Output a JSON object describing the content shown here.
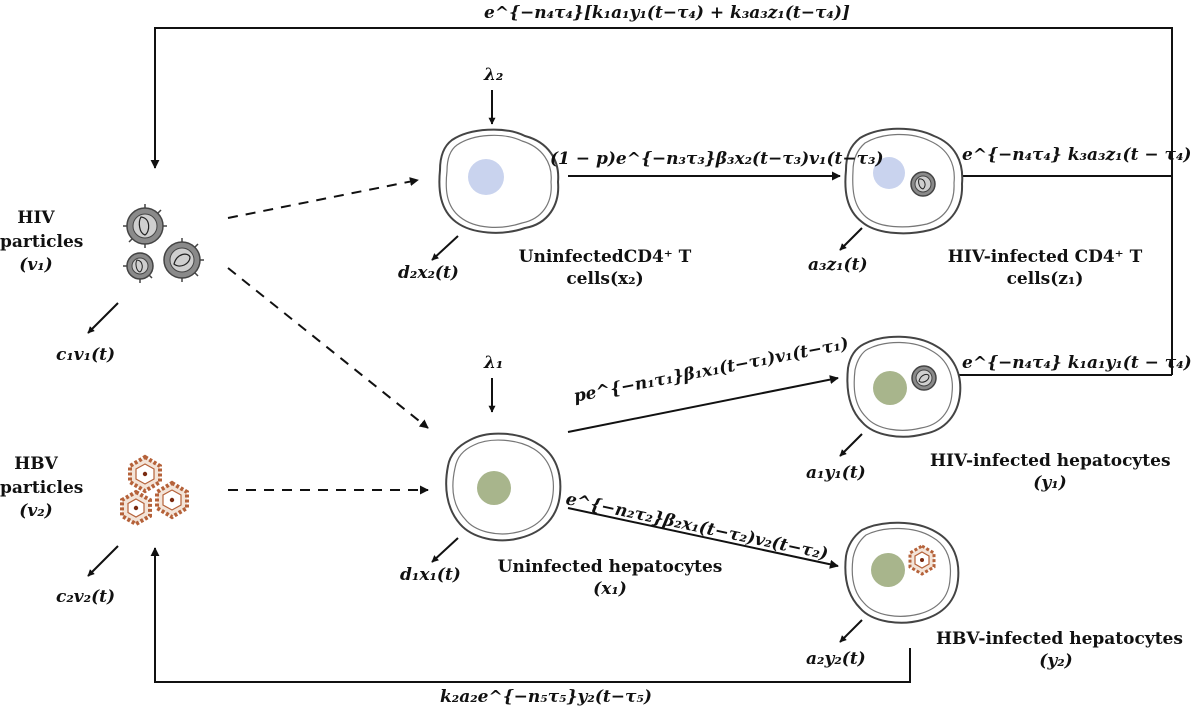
{
  "populations": {
    "hiv_particles": {
      "name": "HIV particles",
      "symbol": "(v₁)"
    },
    "hbv_particles": {
      "name": "HBV particles",
      "symbol": "(v₂)"
    },
    "uninfected_cd4": {
      "name": "UninfectedCD4⁺ T",
      "name2": "cells(x₂)"
    },
    "hiv_infected_cd4": {
      "name": "HIV-infected CD4⁺ T",
      "name2": "cells(z₁)"
    },
    "uninfected_hepatocytes": {
      "name": "Uninfected hepatocytes",
      "symbol": "(x₁)"
    },
    "hiv_infected_hepatocytes": {
      "name": "HIV-infected hepatocytes",
      "symbol": "(y₁)"
    },
    "hbv_infected_hepatocytes": {
      "name": "HBV-infected hepatocytes",
      "symbol": "(y₂)"
    }
  },
  "rates": {
    "top_feedback": "e^{−n₄τ₄}[k₁a₁y₁(t−τ₄) + k₃a₃z₁(t−τ₄)]",
    "cd4_infection": "(1 − p)e^{−n₃τ₃}β₃x₂(t−τ₃)v₁(t−τ₃)",
    "z1_production": "e^{−n₄τ₄} k₃a₃z₁(t − τ₄)",
    "y1_production": "e^{−n₄τ₄} k₁a₁y₁(t − τ₄)",
    "hep_hiv_infection": "pe^{−n₁τ₁}β₁x₁(t−τ₁)v₁(t−τ₁)",
    "hep_hbv_infection": "e^{−n₂τ₂}β₂x₁(t−τ₂)v₂(t−τ₂)",
    "bottom_feedback": "k₂a₂e^{−n₅τ₅}y₂(t−τ₅)",
    "lambda2": "λ₂",
    "lambda1": "λ₁",
    "death_v1": "c₁v₁(t)",
    "death_v2": "c₂v₂(t)",
    "death_x2": "d₂x₂(t)",
    "death_z1": "a₃z₁(t)",
    "death_x1": "d₁x₁(t)",
    "death_y1": "a₁y₁(t)",
    "death_y2": "a₂y₂(t)"
  },
  "colors": {
    "cd4_nucleus": "#c9d3ee",
    "hep_nucleus": "#a8b58c",
    "hiv_virion": "#8a8a8a",
    "hbv_capsid": "#b5623a"
  },
  "icons": [
    "cell-icon",
    "hiv-virion-icon",
    "hbv-virion-icon"
  ]
}
